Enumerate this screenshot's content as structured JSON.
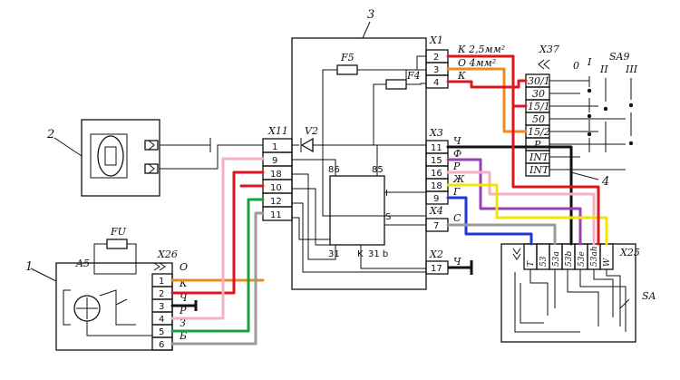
{
  "colors": {
    "red": "#e0141e",
    "orange": "#ef8a1c",
    "pink": "#f4b0c4",
    "green": "#17a33a",
    "black": "#111111",
    "violet": "#9a3fb3",
    "yellow": "#f2e600",
    "blue": "#1f36d6",
    "gray": "#9a9a9a"
  },
  "component_numbers": {
    "block": "3",
    "motor": "2",
    "switch_assembly": "1",
    "cable": "4"
  },
  "block3": {
    "fuse1": "F5",
    "fuse2": "F4",
    "diode": "V2",
    "relay_pins": [
      "86",
      "85",
      "I",
      "S",
      "31",
      "K",
      "31 b"
    ]
  },
  "x1": {
    "label": "X1",
    "pins": [
      "2",
      "3",
      "4"
    ],
    "wires": [
      "К 2,5мм²",
      "О 4мм²",
      "К"
    ]
  },
  "x11": {
    "label": "X11",
    "pins": [
      "1",
      "9",
      "18",
      "10",
      "12",
      "11"
    ]
  },
  "x3": {
    "label": "X3",
    "pins": [
      "11",
      "15",
      "16",
      "18",
      "9"
    ],
    "wires": [
      "Ч",
      "Ф",
      "Р",
      "Ж",
      "Г"
    ]
  },
  "x4": {
    "label": "X4",
    "pins": [
      "7"
    ],
    "wires": [
      "С"
    ]
  },
  "x2": {
    "label": "X2",
    "pins": [
      "17"
    ],
    "wires": [
      "Ч"
    ]
  },
  "x26": {
    "label": "X26",
    "unit": "A5",
    "fuse": "FU",
    "pins": [
      "1",
      "2",
      "3",
      "4",
      "5",
      "6"
    ],
    "wires": [
      "О",
      "К",
      "Ч",
      "Р",
      "З",
      "Б"
    ]
  },
  "x37": {
    "label": "X37",
    "terminals": [
      "30/1",
      "30",
      "15/1",
      "50",
      "15/2",
      "P",
      "INT",
      "INT"
    ],
    "switch": "SA9",
    "positions": [
      "0",
      "I",
      "II",
      "III"
    ]
  },
  "x25": {
    "label": "X25",
    "switch": "SA",
    "terminals": [
      "T",
      "53",
      "53a",
      "53b",
      "53e",
      "53ah",
      "W"
    ]
  }
}
